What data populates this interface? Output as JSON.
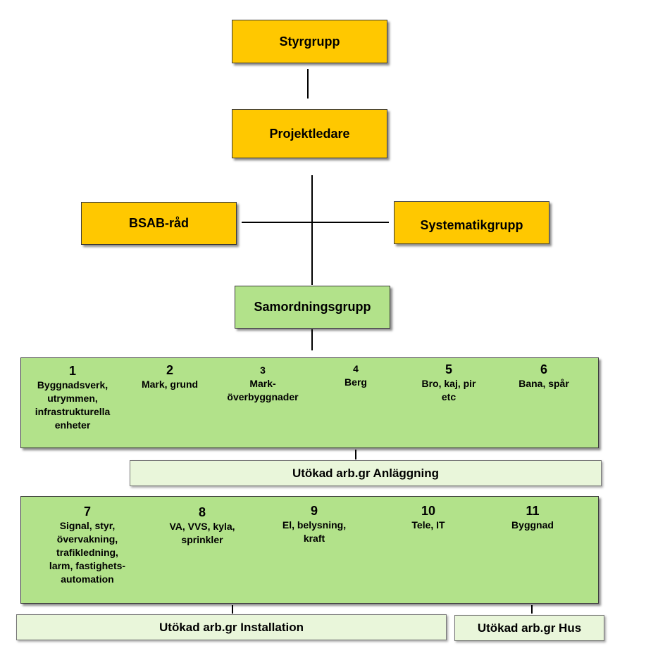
{
  "boxes": {
    "styrgrupp": "Styrgrupp",
    "projektledare": "Projektledare",
    "bsab": "BSAB-råd",
    "systematik": "Systematikgrupp",
    "samordning": "Samordningsgrupp"
  },
  "group1": {
    "items": [
      {
        "number": "1",
        "lines": [
          "Byggnadsverk,",
          "utrymmen,",
          "infrastrukturella",
          "enheter"
        ]
      },
      {
        "number": "2",
        "lines": [
          "Mark, grund"
        ]
      },
      {
        "number": "3",
        "lines": [
          "Mark-",
          "överbyggnader"
        ]
      },
      {
        "number": "4",
        "lines": [
          "Berg"
        ]
      },
      {
        "number": "5",
        "lines": [
          "Bro, kaj, pir",
          "etc"
        ]
      },
      {
        "number": "6",
        "lines": [
          "Bana, spår"
        ]
      }
    ],
    "extended_label": "Utökad arb.gr Anläggning"
  },
  "group2": {
    "items": [
      {
        "number": "7",
        "lines": [
          "Signal, styr,",
          "övervakning,",
          "trafikledning,",
          "larm, fastighets-",
          "automation"
        ]
      },
      {
        "number": "8",
        "lines": [
          "VA, VVS, kyla,",
          "sprinkler"
        ]
      },
      {
        "number": "9",
        "lines": [
          "El, belysning,",
          "kraft"
        ]
      },
      {
        "number": "10",
        "lines": [
          "Tele, IT"
        ]
      },
      {
        "number": "11",
        "lines": [
          "Byggnad"
        ]
      }
    ],
    "extended_installation": "Utökad arb.gr Installation",
    "extended_hus": "Utökad arb.gr Hus"
  },
  "colors": {
    "yellow": "#ffc800",
    "green": "#b2e28a",
    "light_green": "#e9f6da"
  }
}
